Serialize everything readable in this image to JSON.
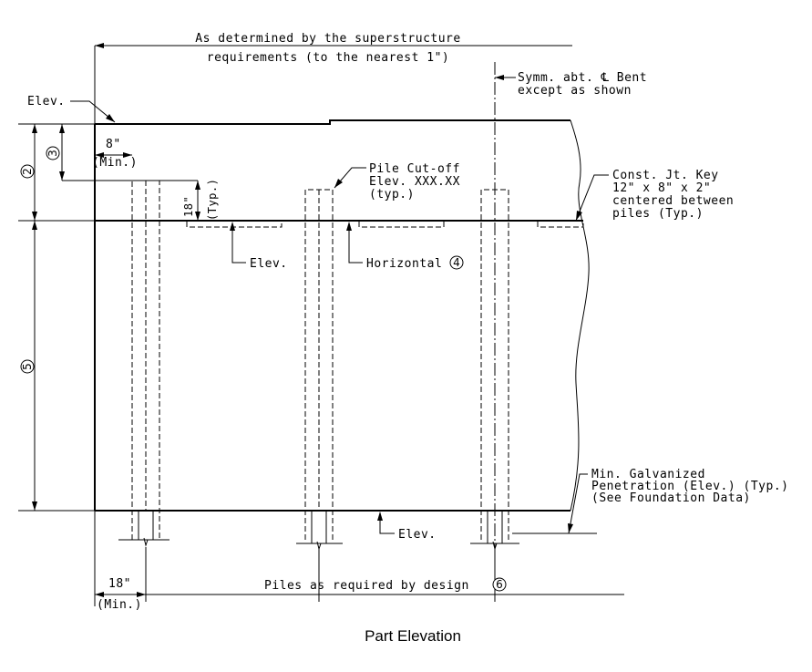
{
  "labels": {
    "top_dim_line1": "As determined by the superstructure",
    "top_dim_line2": "requirements (to the nearest 1\")",
    "symm_line1": "Symm. abt. ℄ Bent",
    "symm_line2": "except as shown",
    "elev_top": "Elev.",
    "dim_8in": "8\"",
    "dim_8in_min": "(Min.)",
    "dim_18in_typ": "18\"",
    "dim_18in_typ_note": "(Typ.)",
    "pile_cutoff_line1": "Pile Cut-off",
    "pile_cutoff_line2": "Elev. XXX.XX",
    "pile_cutoff_line3": "(typ.)",
    "const_jt_line1": "Const. Jt. Key",
    "const_jt_line2": "12\" x 8\" x 2\"",
    "const_jt_line3": "centered between",
    "const_jt_line4": "piles (Typ.)",
    "elev_mid": "Elev.",
    "horizontal": "Horizontal",
    "galv_line1": "Min. Galvanized",
    "galv_line2": "Penetration (Elev.) (Typ.)",
    "galv_line3": "(See Foundation Data)",
    "elev_bottom": "Elev.",
    "dim_18in_bottom": "18\"",
    "dim_18in_bottom_min": "(Min.)",
    "piles_required": "Piles as required by design",
    "caption": "Part Elevation"
  },
  "callouts": {
    "c2": "2",
    "c3": "3",
    "c4": "4",
    "c5": "5",
    "c6": "6"
  }
}
